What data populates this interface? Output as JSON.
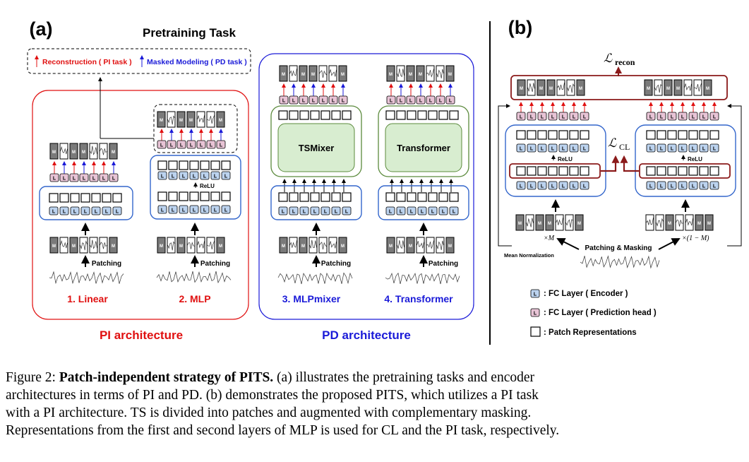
{
  "panel_a": {
    "label": "(a)",
    "pretraining_title": "Pretraining Task",
    "legend_recon": "Reconstruction ( PI task )",
    "legend_masked": "Masked Modeling ( PD task )",
    "relu": "ReLU",
    "patching": "Patching",
    "fc_glyph": "L",
    "masked_glyph": "M",
    "models": [
      "1. Linear",
      "2. MLP",
      "3. MLPmixer",
      "4. Transformer"
    ],
    "mixer_block": "TSMixer",
    "transformer_block": "Transformer",
    "pi_arch": "PI architecture",
    "pd_arch": "PD architecture"
  },
  "panel_b": {
    "label": "(b)",
    "l_recon": "recon",
    "l_cl": "CL",
    "l_symbol": "ℒ",
    "relu": "ReLU",
    "times_m": "×M",
    "times_1m": "×(1 − M)",
    "patching_masking": "Patching & Masking",
    "mean_norm": "Mean Normalization",
    "legend": [
      ": FC Layer ( Encoder )",
      ": FC Layer ( Prediction head )",
      ": Patch Representations"
    ]
  },
  "caption": {
    "prefix": "Figure 2: ",
    "bold": "Patch-independent strategy of PITS.",
    "line1_rest": " (a) illustrates the pretraining tasks and encoder",
    "line2": "architectures in terms of PI and PD. (b) demonstrates the proposed PITS, which utilizes a PI task",
    "line3": "with a PI architecture.  TS is divided into patches and augmented with complementary masking.",
    "line4": "Representations from the first and second layers of MLP is used for CL and the PI task, respectively."
  },
  "colors": {
    "red": "#e01010",
    "blue": "#1a1ad8",
    "enc_fill": "#bcd3ef",
    "head_fill": "#e8c4d6",
    "green_fill": "#d8edd0",
    "green_stroke": "#5b8a3c",
    "dark_red": "#8b1a1a"
  }
}
